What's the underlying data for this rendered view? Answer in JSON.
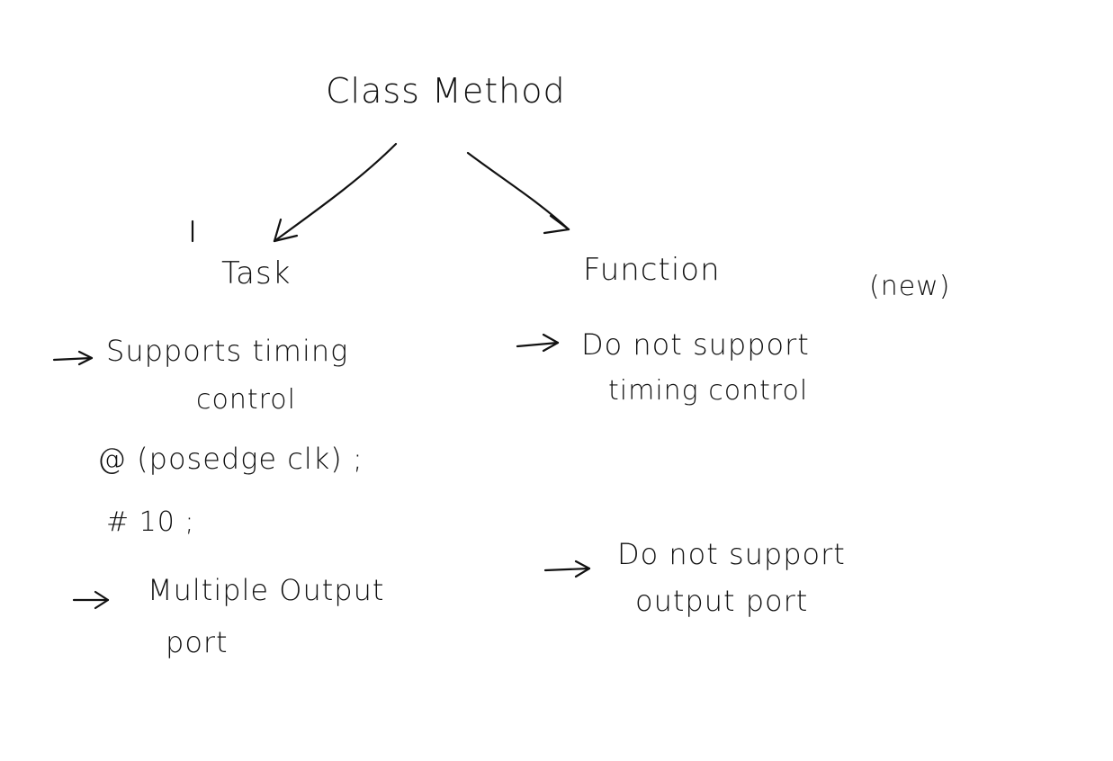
{
  "diagram": {
    "title": "Class Method",
    "branches": {
      "left": {
        "label": "Task",
        "lines": [
          "Supports timing",
          "control",
          "@ (posedge clk) ;",
          "# 10 ;",
          "Multiple Output",
          "port"
        ]
      },
      "right": {
        "label": "Function",
        "note": "(new)",
        "lines": [
          "Do not support",
          "timing control",
          "Do not support",
          "output port"
        ]
      }
    },
    "ink_color": "#111111",
    "background_color": "#ffffff"
  }
}
